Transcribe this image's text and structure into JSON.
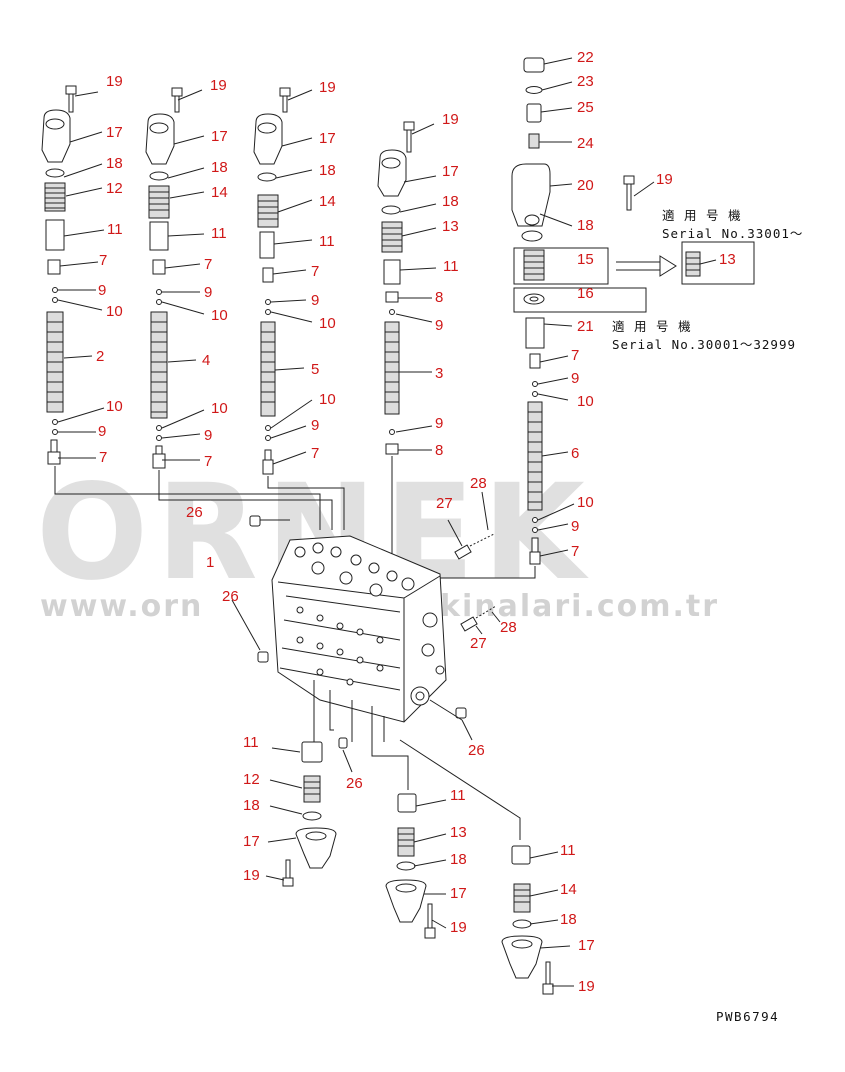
{
  "watermark": {
    "brand": "ORNEK",
    "url": "www.orn    kinalari.com.tr",
    "url_left": "www.orn",
    "url_right": "kinalari.com.tr"
  },
  "notes": {
    "serial_a_title": "適 用 号 機",
    "serial_a_range": "Serial No.33001～",
    "serial_b_title": "適 用 号 機",
    "serial_b_range": "Serial No.30001～32999"
  },
  "drawing_code": "PWB6794",
  "callouts": {
    "c1": "1",
    "c2": "2",
    "c3": "3",
    "c4": "4",
    "c5": "5",
    "c6": "6",
    "c7": "7",
    "c8": "8",
    "c9": "9",
    "c10": "10",
    "c11": "11",
    "c12": "12",
    "c13": "13",
    "c14": "14",
    "c15": "15",
    "c16": "16",
    "c17": "17",
    "c18": "18",
    "c19": "19",
    "c20": "20",
    "c21": "21",
    "c22": "22",
    "c23": "23",
    "c24": "24",
    "c25": "25",
    "c26": "26",
    "c27": "27",
    "c28": "28"
  }
}
